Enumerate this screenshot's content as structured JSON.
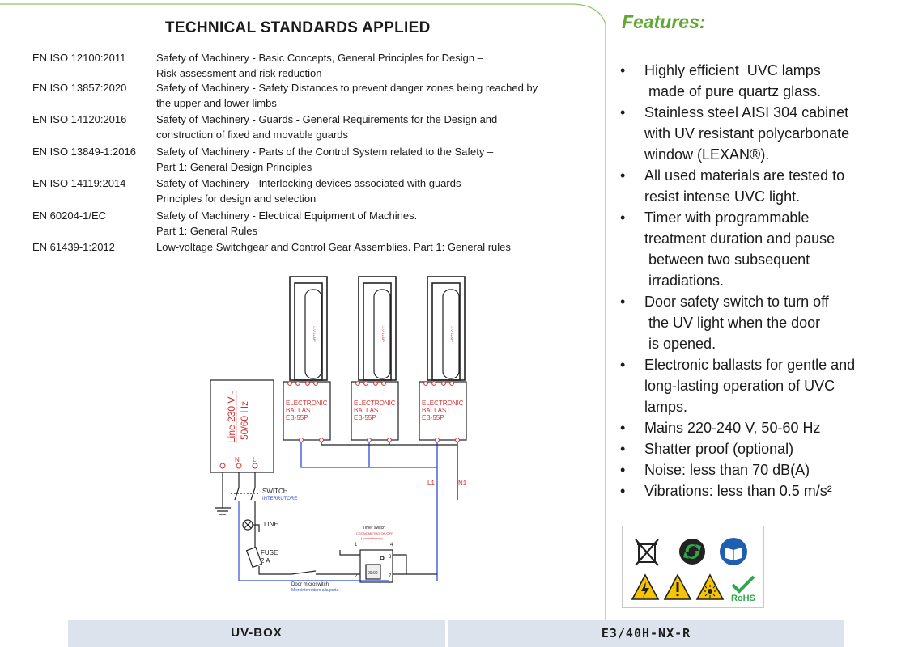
{
  "standards": {
    "title": "TECHNICAL STANDARDS APPLIED",
    "items": [
      {
        "code": "EN ISO 12100:2011",
        "line1": "Safety of Machinery - Basic Concepts, General Principles for Design –",
        "line2": "Risk assessment and risk reduction"
      },
      {
        "code": "EN ISO 13857:2020",
        "line1": "Safety of Machinery - Safety Distances to prevent danger zones being reached by",
        "line2": "the upper and lower limbs"
      },
      {
        "code": "EN ISO 14120:2016",
        "line1": "Safety of Machinery - Guards - General Requirements for the Design and",
        "line2": "construction of fixed and movable guards"
      },
      {
        "code": "EN ISO 13849-1:2016",
        "line1": "Safety of Machinery - Parts of the Control System related to the Safety –",
        "line2": "Part 1: General Design Principles"
      },
      {
        "code": "EN ISO 14119:2014",
        "line1": "Safety of Machinery - Interlocking devices associated with guards –",
        "line2": "Principles for design and selection"
      },
      {
        "code": "EN 60204-1/EC",
        "line1": "Safety of Machinery - Electrical Equipment of Machines.",
        "line2": "Part 1: General Rules"
      },
      {
        "code": "EN 61439-1:2012",
        "line1": "Low-voltage Switchgear and Control Gear Assemblies. Part 1: General rules",
        "line2": ""
      }
    ]
  },
  "features": {
    "title": "Features:",
    "bullet": "•",
    "items": [
      [
        "Highly efficient  UVC lamps",
        " made of pure quartz glass."
      ],
      [
        "Stainless steel AISI 304 cabinet",
        "with UV resistant polycarbonate",
        "window (LEXAN®)."
      ],
      [
        "All used materials are tested to",
        "resist intense UVC light."
      ],
      [
        "Timer with programmable",
        "treatment duration and pause",
        " between two subsequent",
        " irradiations."
      ],
      [
        "Door safety switch to turn off",
        " the UV light when the door",
        " is opened."
      ],
      [
        "Electronic ballasts for gentle and",
        "long-lasting operation of UVC",
        "lamps."
      ],
      [
        "Mains 220-240 V, 50-60 Hz"
      ],
      [
        "Shatter proof (optional)"
      ],
      [
        "Noise: less than 70 dB(A)"
      ],
      [
        "Vibrations: less than 0.5 m/s²"
      ]
    ]
  },
  "diagram": {
    "line_supply": "Line  230 V -",
    "line_freq": "50/60 Hz",
    "terminal_n": "N",
    "terminal_l": "L",
    "ballast_l1": "ELECTRONIC",
    "ballast_l2": "BALLAST",
    "ballast_l3": "EB-55P",
    "lamp_text": "U.V. LAMP",
    "switch_label": "SWITCH",
    "switch_sub": "INTERRUTORE",
    "line_label": "LINE",
    "fuse_label": "FUSE",
    "fuse_rating": "2 A",
    "door_switch": "Door microswitch",
    "door_switch_sub": "Microinterruttore alla porta",
    "timer_label": "Timer switch",
    "timer_sub1": "CRONOMETRO ON/OFF",
    "timer_sub2": "( pause/lavoro)",
    "timer_face": "00:00",
    "l1": "L1",
    "n1": "N1",
    "pin1": "1",
    "pin2": "2",
    "pin3": "3",
    "pin4": "4",
    "pin7": "7"
  },
  "symbols": {
    "icons": [
      "weee-crossed-bin-icon",
      "recycle-icon",
      "read-manual-icon",
      "electric-hazard-icon",
      "warning-icon",
      "uv-radiation-hazard-icon",
      "rohs-icon"
    ],
    "rohs_text": "RoHS"
  },
  "footer": {
    "left": "UV-BOX",
    "right": "E3/40H-NX-R"
  },
  "colors": {
    "accent_green": "#5fa832",
    "wire_blue": "#2d4fd6",
    "ballast_red": "#d23030",
    "footer_bg": "#dde3ec"
  }
}
